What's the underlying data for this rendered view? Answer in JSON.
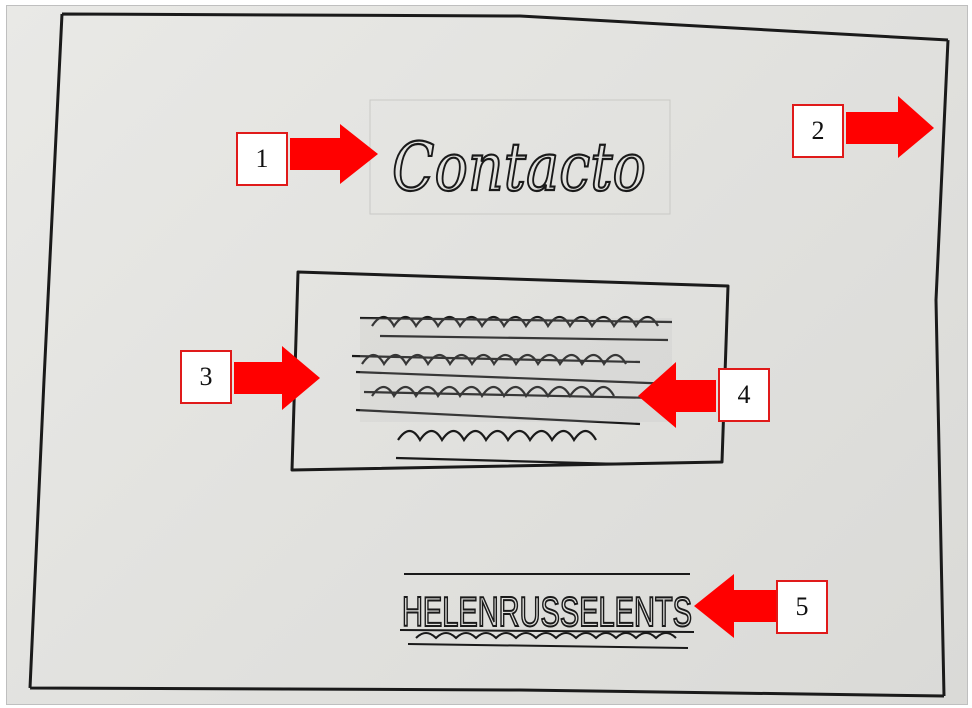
{
  "title_text": "Contacto",
  "footer_name": "HELENRUSSELENTS",
  "callouts": [
    {
      "number": "1"
    },
    {
      "number": "2"
    },
    {
      "number": "3"
    },
    {
      "number": "4"
    },
    {
      "number": "5"
    }
  ],
  "colors": {
    "arrow": "#ff0000",
    "callout_border": "#e01a1a",
    "pencil": "#1a1a1a",
    "paper": "#e4e4e1"
  }
}
